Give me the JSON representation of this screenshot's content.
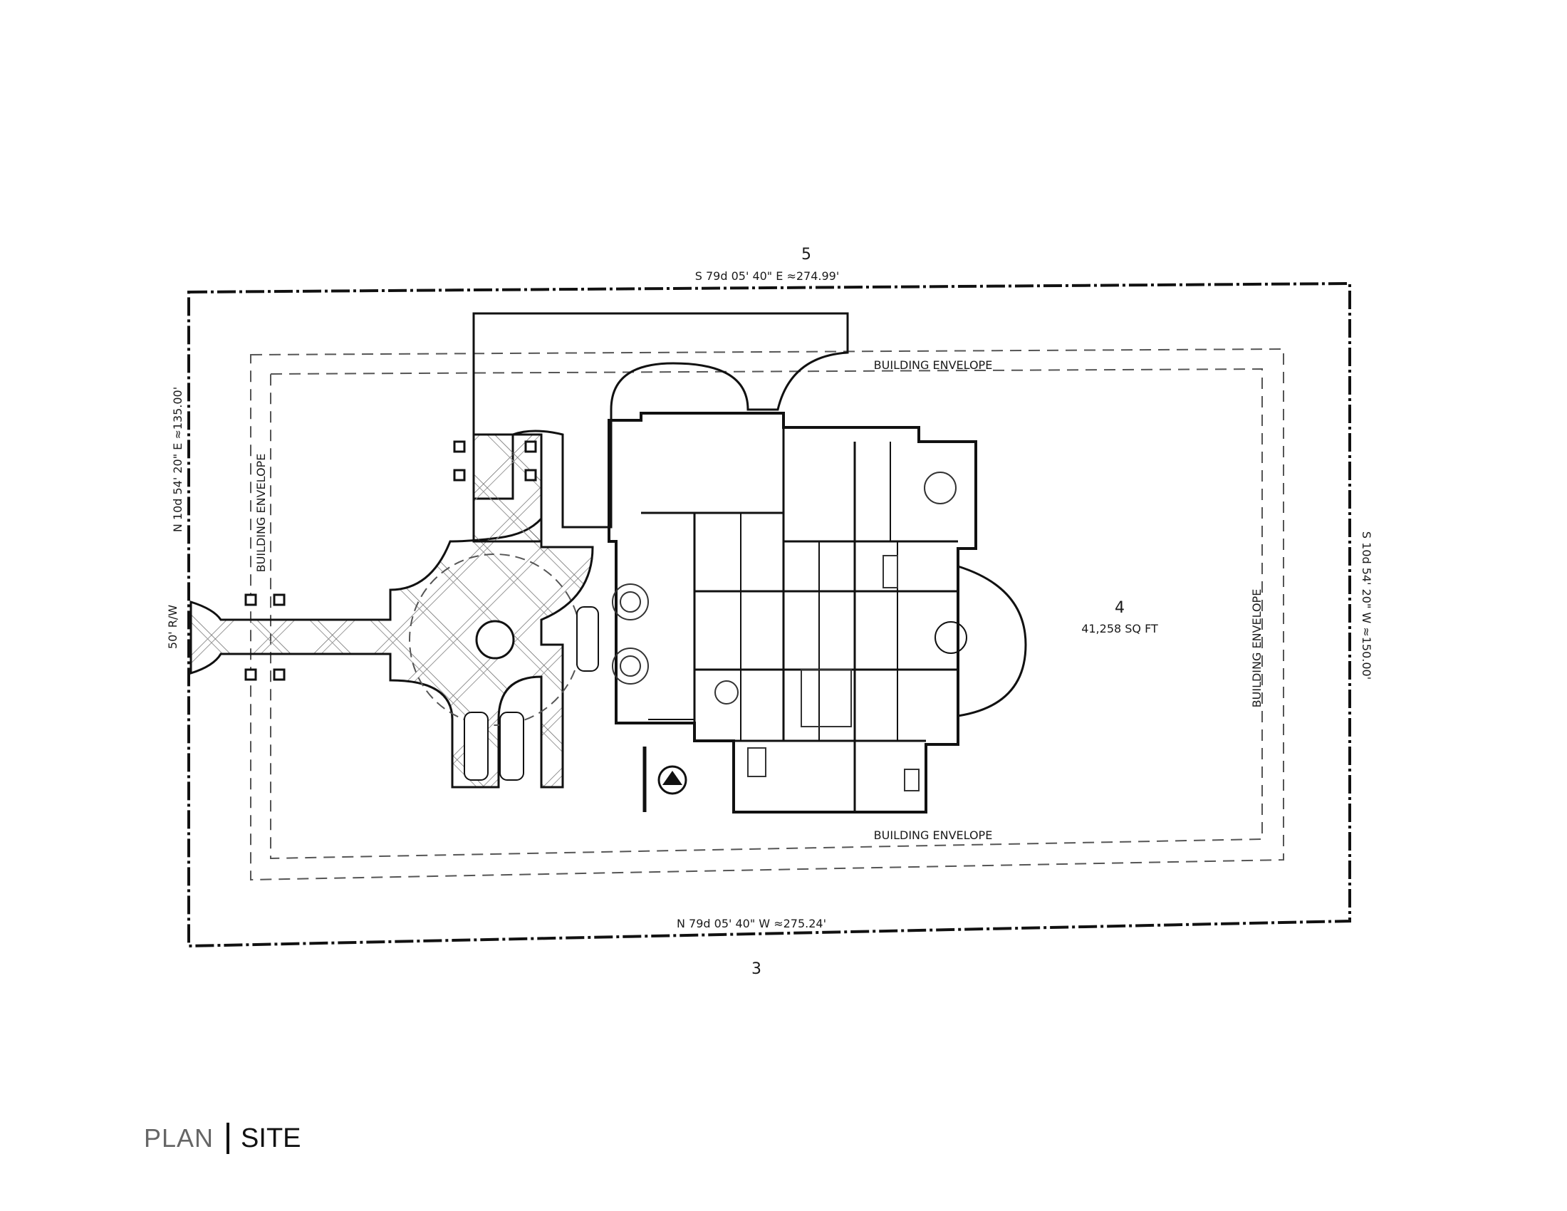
{
  "lots": {
    "north": "5",
    "south": "3",
    "east": "4"
  },
  "bearings": {
    "north": "S 79d 05' 40\" E ≈274.99'",
    "south": "N 79d 05' 40\" W ≈275.24'",
    "west": "N 10d 54' 20\" E ≈135.00'",
    "east": "S 10d 54' 20\" W ≈150.00'"
  },
  "area": "41,258 SQ FT",
  "row": "50' R/W",
  "envelope": {
    "top": "BUILDING ENVELOPE",
    "bottom": "BUILDING ENVELOPE",
    "left": "BUILDING ENVELOPE",
    "right": "BUILDING ENVELOPE"
  },
  "footer": {
    "plan": "PLAN",
    "site": "SITE"
  },
  "colors": {
    "line": "#111111",
    "text": "#1a1a1a"
  }
}
